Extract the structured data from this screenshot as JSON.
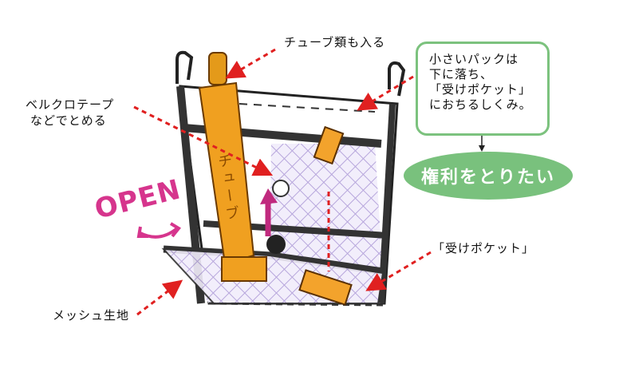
{
  "labels": {
    "tubes": "チューブ類も入る",
    "velcro_line1": "ベルクロテープ",
    "velcro_line2": "などでとめる",
    "receiver_pocket": "「受けポケット」",
    "mesh": "メッシュ生地"
  },
  "note": {
    "text": "小さいパックは\n下に落ち、\n「受けポケット」\nにおちるしくみ。"
  },
  "oval": {
    "text": "権利をとりたい"
  },
  "drawing": {
    "open_text": "OPEN",
    "tube_text": "チューブ"
  },
  "colors": {
    "note_border": "#7cc27e",
    "oval_fill": "#79c17d",
    "arrow_red": "#e02020",
    "tube_orange": "#f0a020",
    "mesh_purple": "#b7a6dc",
    "open_pink": "#d6358d"
  }
}
